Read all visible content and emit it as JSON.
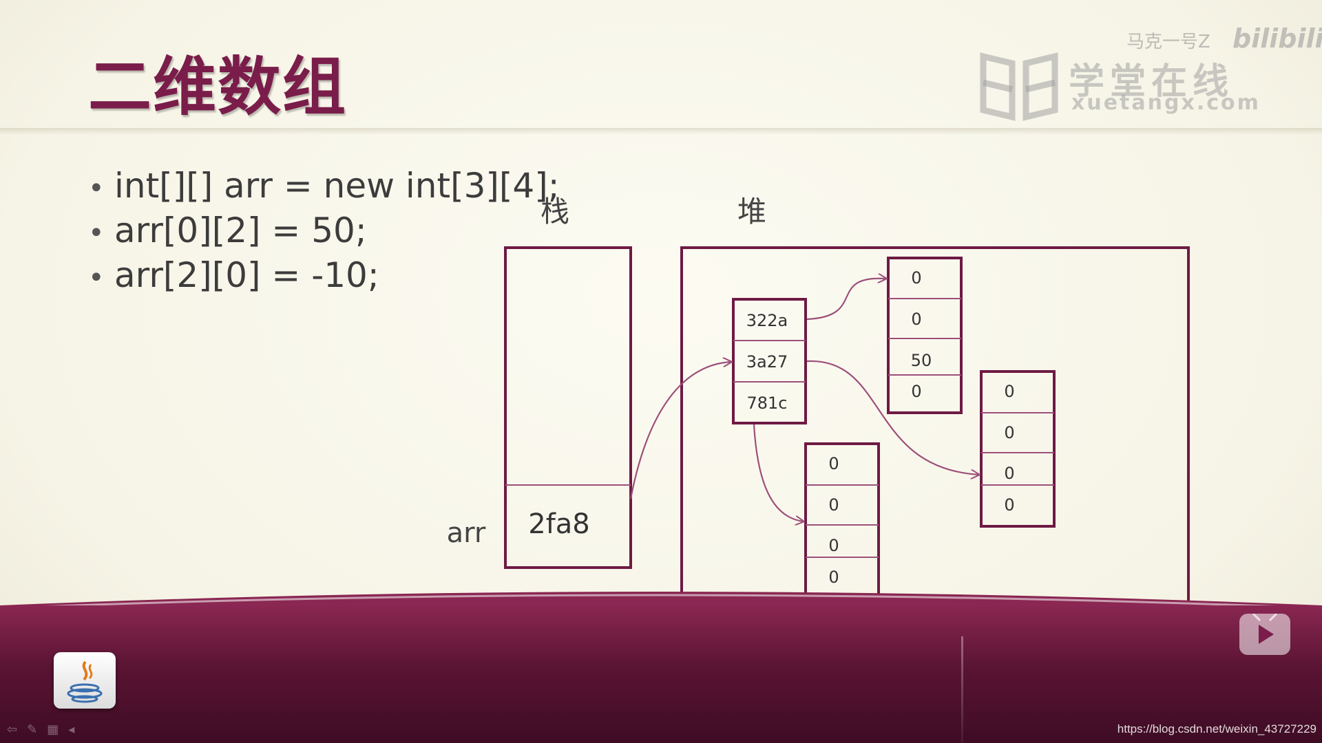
{
  "slide": {
    "title": "二维数组",
    "bullets": [
      "int[][] arr = new int[3][4];",
      "arr[0][2] = 50;",
      "arr[2][0] = -10;"
    ],
    "bullet_glyph": "•"
  },
  "diagram": {
    "stack_label": "栈",
    "heap_label": "堆",
    "var_label": "arr",
    "stack_value": "2fa8",
    "outer_array": [
      "322a",
      "3a27",
      "781c"
    ],
    "inner_array_a": [
      "0",
      "0",
      "50",
      "0"
    ],
    "inner_array_b": [
      "0",
      "0",
      "0",
      "0"
    ],
    "inner_array_c": [
      "0",
      "0",
      "0",
      "0"
    ],
    "line_color": "#6e1a44",
    "arrow_color": "#9c4f7a"
  },
  "watermark": {
    "uploader": "马克一号Z",
    "bilibili": "bilibili",
    "site_cn": "学堂在线",
    "site_en": "xuetangx.com"
  },
  "footer": {
    "url": "https://blog.csdn.net/weixin_43727229",
    "nav_icons": [
      "arrow-left-icon",
      "pen-icon",
      "menu-icon",
      "speaker-icon"
    ],
    "nav_glyphs": [
      "⇦",
      "✎",
      "▦",
      "◂"
    ]
  },
  "colors": {
    "title": "#7a1d4a",
    "footer_dark": "#3e0c24",
    "footer_mid": "#8a2752",
    "background": "#f7f5ea"
  }
}
